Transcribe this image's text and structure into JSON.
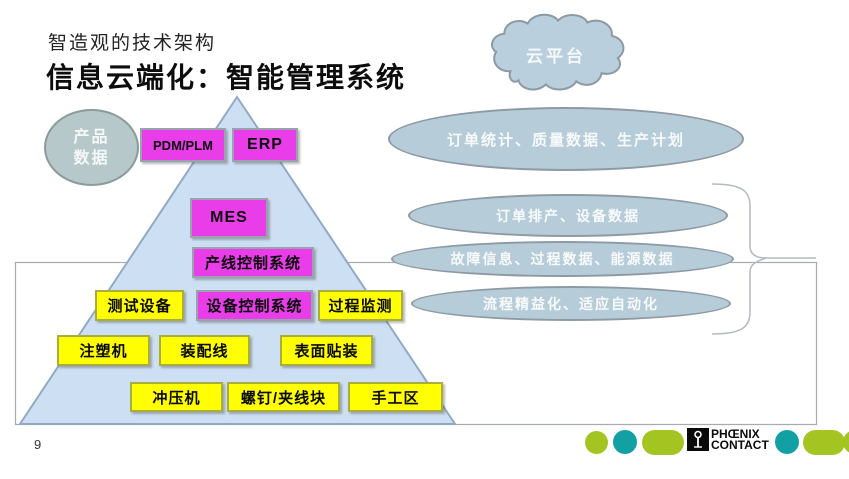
{
  "slide": {
    "subtitle": "智造观的技术架构",
    "title": "信息云端化：智能管理系统",
    "page_number": "9"
  },
  "cloud": {
    "label": "云平台"
  },
  "data_circle": {
    "line1": "产品",
    "line2": "数据"
  },
  "pyramid": {
    "rows": [
      {
        "boxes": [
          {
            "label": "PDM/PLM",
            "type": "magenta"
          },
          {
            "label": "ERP",
            "type": "magenta"
          }
        ]
      },
      {
        "boxes": [
          {
            "label": "MES",
            "type": "magenta"
          }
        ]
      },
      {
        "boxes": [
          {
            "label": "产线控制系统",
            "type": "magenta"
          }
        ]
      },
      {
        "boxes": [
          {
            "label": "测试设备",
            "type": "yellow"
          },
          {
            "label": "设备控制系统",
            "type": "magenta"
          },
          {
            "label": "过程监测",
            "type": "yellow"
          }
        ]
      },
      {
        "boxes": [
          {
            "label": "注塑机",
            "type": "yellow"
          },
          {
            "label": "装配线",
            "type": "yellow"
          },
          {
            "label": "表面贴装",
            "type": "yellow"
          }
        ]
      },
      {
        "boxes": [
          {
            "label": "冲压机",
            "type": "yellow"
          },
          {
            "label": "螺钉/夹线块",
            "type": "yellow"
          },
          {
            "label": "手工区",
            "type": "yellow"
          }
        ]
      }
    ]
  },
  "ellipses": [
    {
      "label": "订单统计、质量数据、生产计划"
    },
    {
      "label": "订单排产、设备数据"
    },
    {
      "label": "故障信息、过程数据、能源数据"
    },
    {
      "label": "流程精益化、适应自动化"
    }
  ],
  "logo": {
    "line1": "PHŒNIX",
    "line2": "CONTACT"
  },
  "colors": {
    "magenta": "#e93de9",
    "yellow": "#ffff00",
    "pyramid_fill": "#cddff2",
    "ellipse_fill": "#b7ccd9",
    "cloud_fill": "#b9cfdd",
    "circle_fill": "#b6c8c9",
    "brand_green": "#a3c421",
    "brand_teal": "#13a0a4"
  }
}
